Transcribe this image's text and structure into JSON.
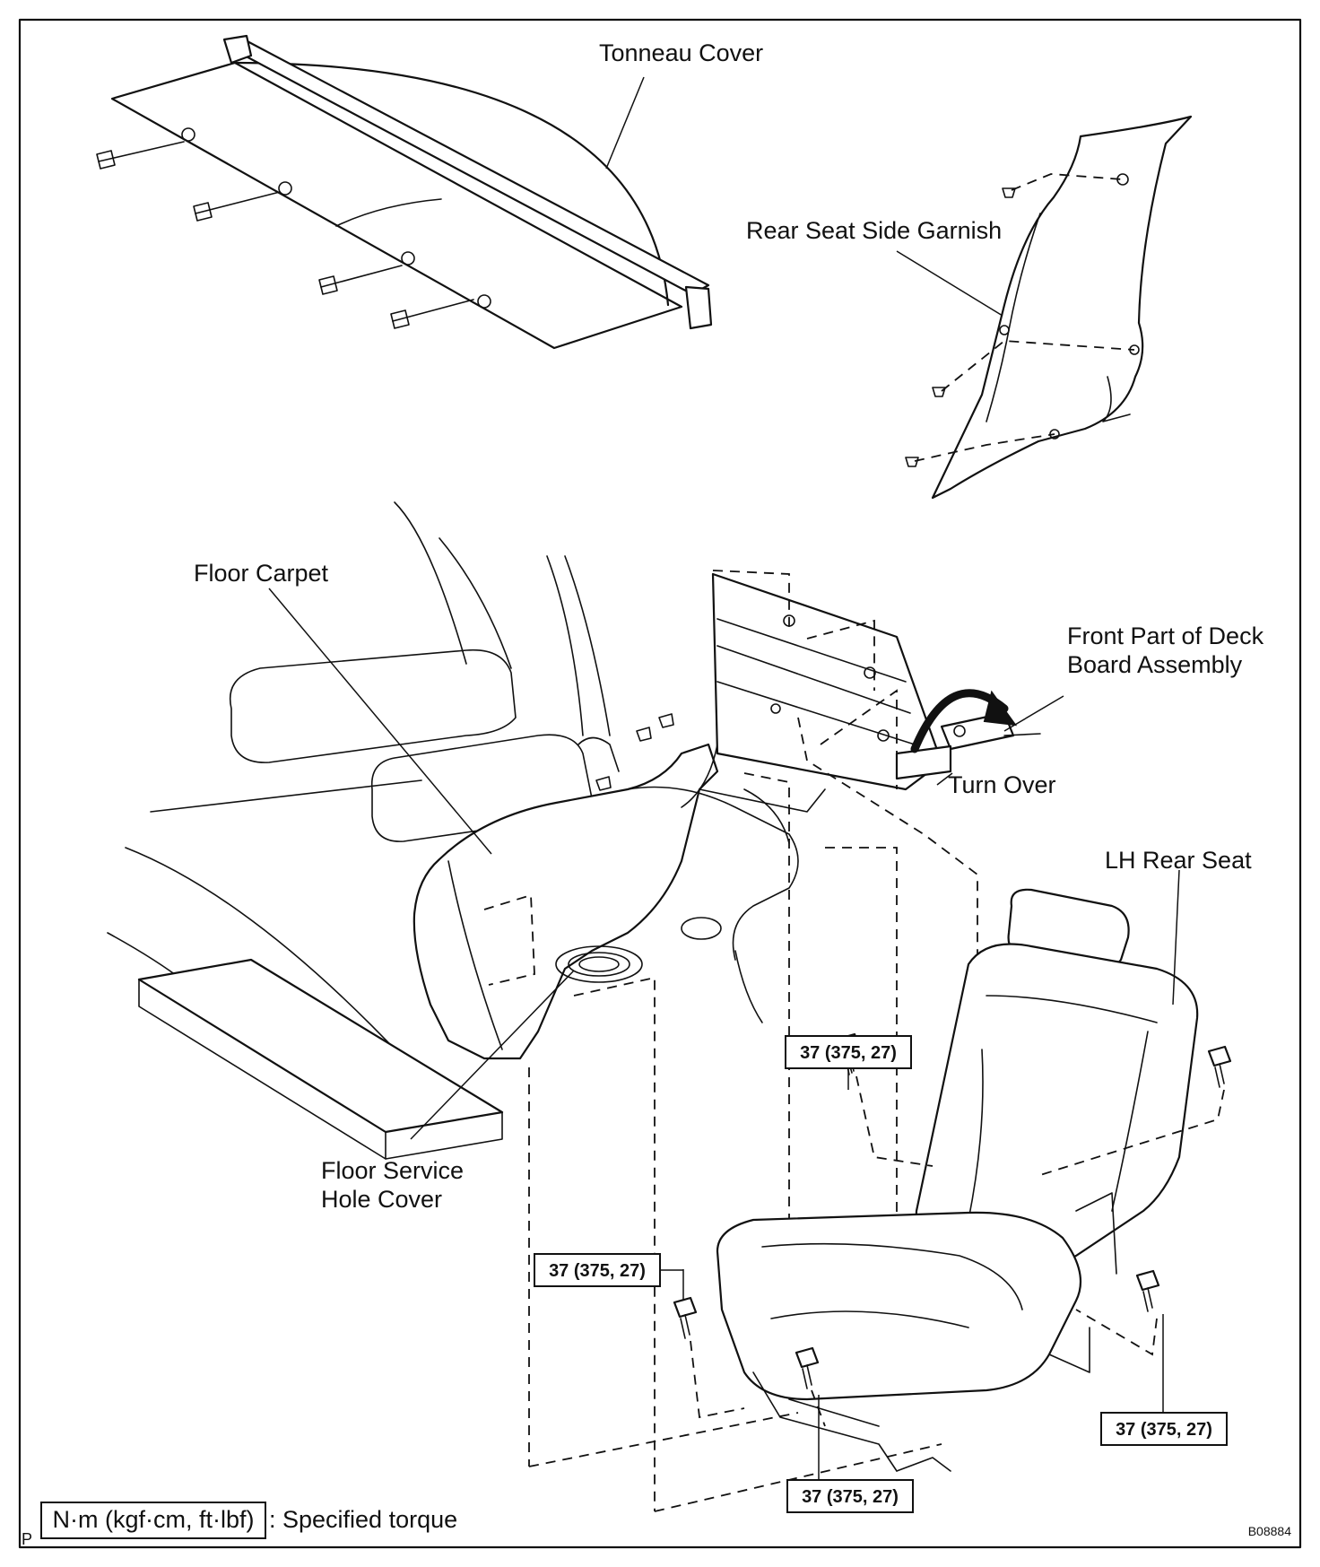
{
  "labels": {
    "tonneau_cover": "Tonneau Cover",
    "rear_seat_side_garnish": "Rear Seat Side Garnish",
    "floor_carpet": "Floor Carpet",
    "front_part_deck_line1": "Front Part of Deck",
    "front_part_deck_line2": "Board Assembly",
    "turn_over": "Turn Over",
    "lh_rear_seat": "LH Rear Seat",
    "floor_service_line1": "Floor Service",
    "floor_service_line2": "Hole Cover"
  },
  "torque_values": {
    "t1": "37 (375, 27)",
    "t2": "37 (375, 27)",
    "t3": "37 (375, 27)",
    "t4": "37 (375, 27)"
  },
  "legend": {
    "unit": "N·m (kgf·cm, ft·lbf)",
    "text": ": Specified torque"
  },
  "corner_mark": "P",
  "figure_code": "B08884"
}
